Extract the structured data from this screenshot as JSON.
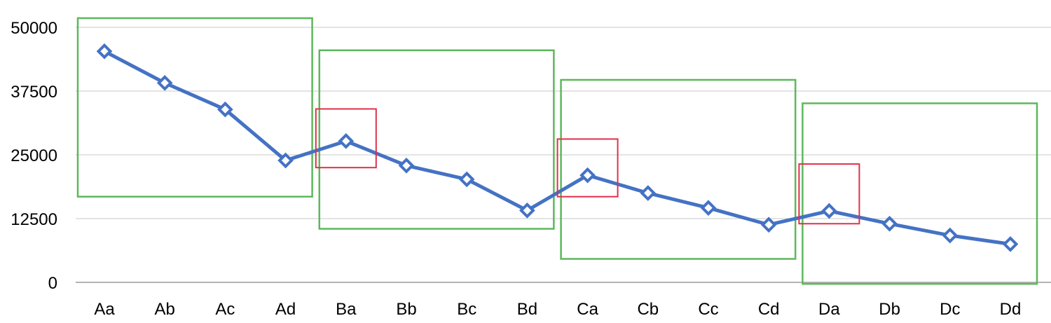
{
  "chart_data": {
    "type": "line",
    "title": "",
    "xlabel": "",
    "ylabel": "",
    "categories": [
      "Aa",
      "Ab",
      "Ac",
      "Ad",
      "Ba",
      "Bb",
      "Bc",
      "Bd",
      "Ca",
      "Cb",
      "Cc",
      "Cd",
      "Da",
      "Db",
      "Dc",
      "Dd"
    ],
    "series": [
      {
        "values": [
          45300,
          39100,
          33900,
          23900,
          27700,
          22900,
          20200,
          14100,
          21000,
          17500,
          14600,
          11300,
          14000,
          11500,
          9200,
          7500
        ],
        "color": "#4472c4",
        "marker": "diamond"
      }
    ],
    "ylim": [
      0,
      50000
    ],
    "yticks": [
      0,
      12500,
      25000,
      37500,
      50000
    ],
    "ytick_labels": [
      "0",
      "12500",
      "25000",
      "37500",
      "50000"
    ],
    "grid": true,
    "legend": "none",
    "highlight_groups": [
      {
        "color": "#5cb85c",
        "from": "Aa",
        "to": "Ad",
        "y_range": [
          16800,
          51800
        ]
      },
      {
        "color": "#5cb85c",
        "from": "Ba",
        "to": "Bd",
        "y_range": [
          10500,
          45500
        ]
      },
      {
        "color": "#5cb85c",
        "from": "Ca",
        "to": "Cd",
        "y_range": [
          4600,
          39700
        ]
      },
      {
        "color": "#5cb85c",
        "from": "Da",
        "to": "Dd",
        "y_range": [
          -300,
          35100
        ]
      }
    ],
    "highlight_points": [
      {
        "color": "#e0304a",
        "category": "Ba",
        "y_range": [
          22500,
          34000
        ]
      },
      {
        "color": "#e0304a",
        "category": "Ca",
        "y_range": [
          16800,
          28100
        ]
      },
      {
        "color": "#e0304a",
        "category": "Da",
        "y_range": [
          11500,
          23200
        ]
      }
    ]
  }
}
